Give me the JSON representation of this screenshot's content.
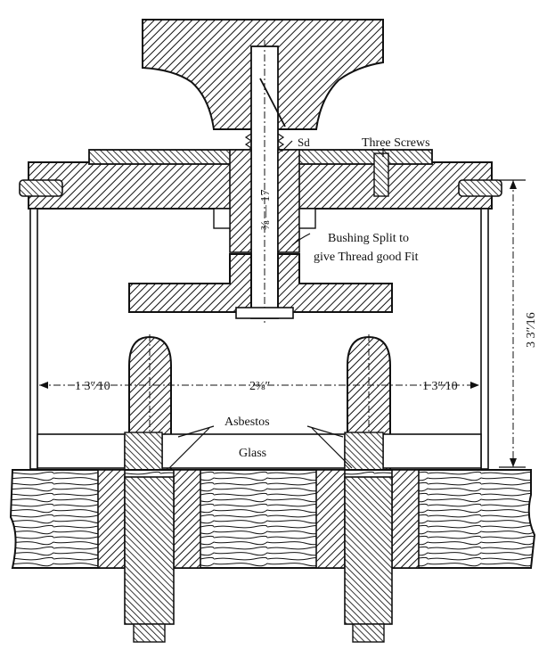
{
  "labels": {
    "sd": "Sd",
    "three_screws": "Three Screws",
    "thread_spec": "⅜ — 17",
    "bushing_line1": "Bushing Split to",
    "bushing_line2": "give Thread good Fit",
    "height_dim": "3 3″⁄16",
    "left_width": "1 3″⁄10",
    "center_width": "2⅜″",
    "right_width": "1 3″⁄10",
    "asbestos": "Asbestos",
    "glass": "Glass"
  },
  "colors": {
    "ink": "#111111",
    "paper": "#ffffff"
  }
}
